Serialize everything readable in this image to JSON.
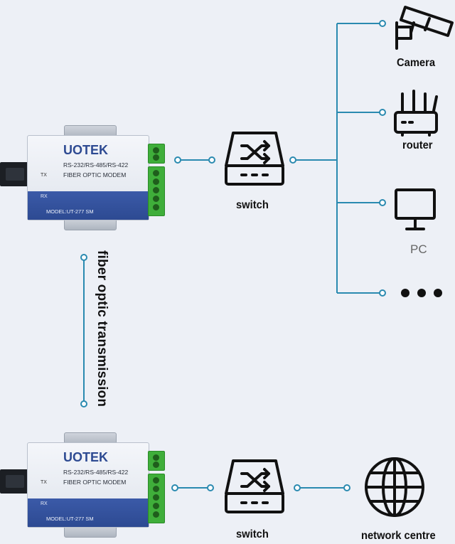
{
  "devices": {
    "brand": "UOTEK",
    "line1": "RS-232/RS-485/RS-422",
    "line2": "FIBER OPTIC MODEM",
    "model": "MODEL:UT-277 SM",
    "tx": "TX",
    "rx": "RX"
  },
  "labels": {
    "fiber": "fiber optic transmission",
    "switch_top": "switch",
    "switch_bottom": "switch",
    "camera": "Camera",
    "router": "router",
    "pc": "PC",
    "network_centre": "network centre"
  },
  "icons": {
    "camera": "cctv-camera-icon",
    "router": "router-icon",
    "pc": "monitor-icon",
    "more": "ellipsis-icon",
    "switch": "network-switch-icon",
    "globe": "globe-icon"
  },
  "colors": {
    "link": "#2a8ab0",
    "background": "#edf0f6",
    "device_stripe": "#2d4a92",
    "terminal": "#3fae3a"
  }
}
